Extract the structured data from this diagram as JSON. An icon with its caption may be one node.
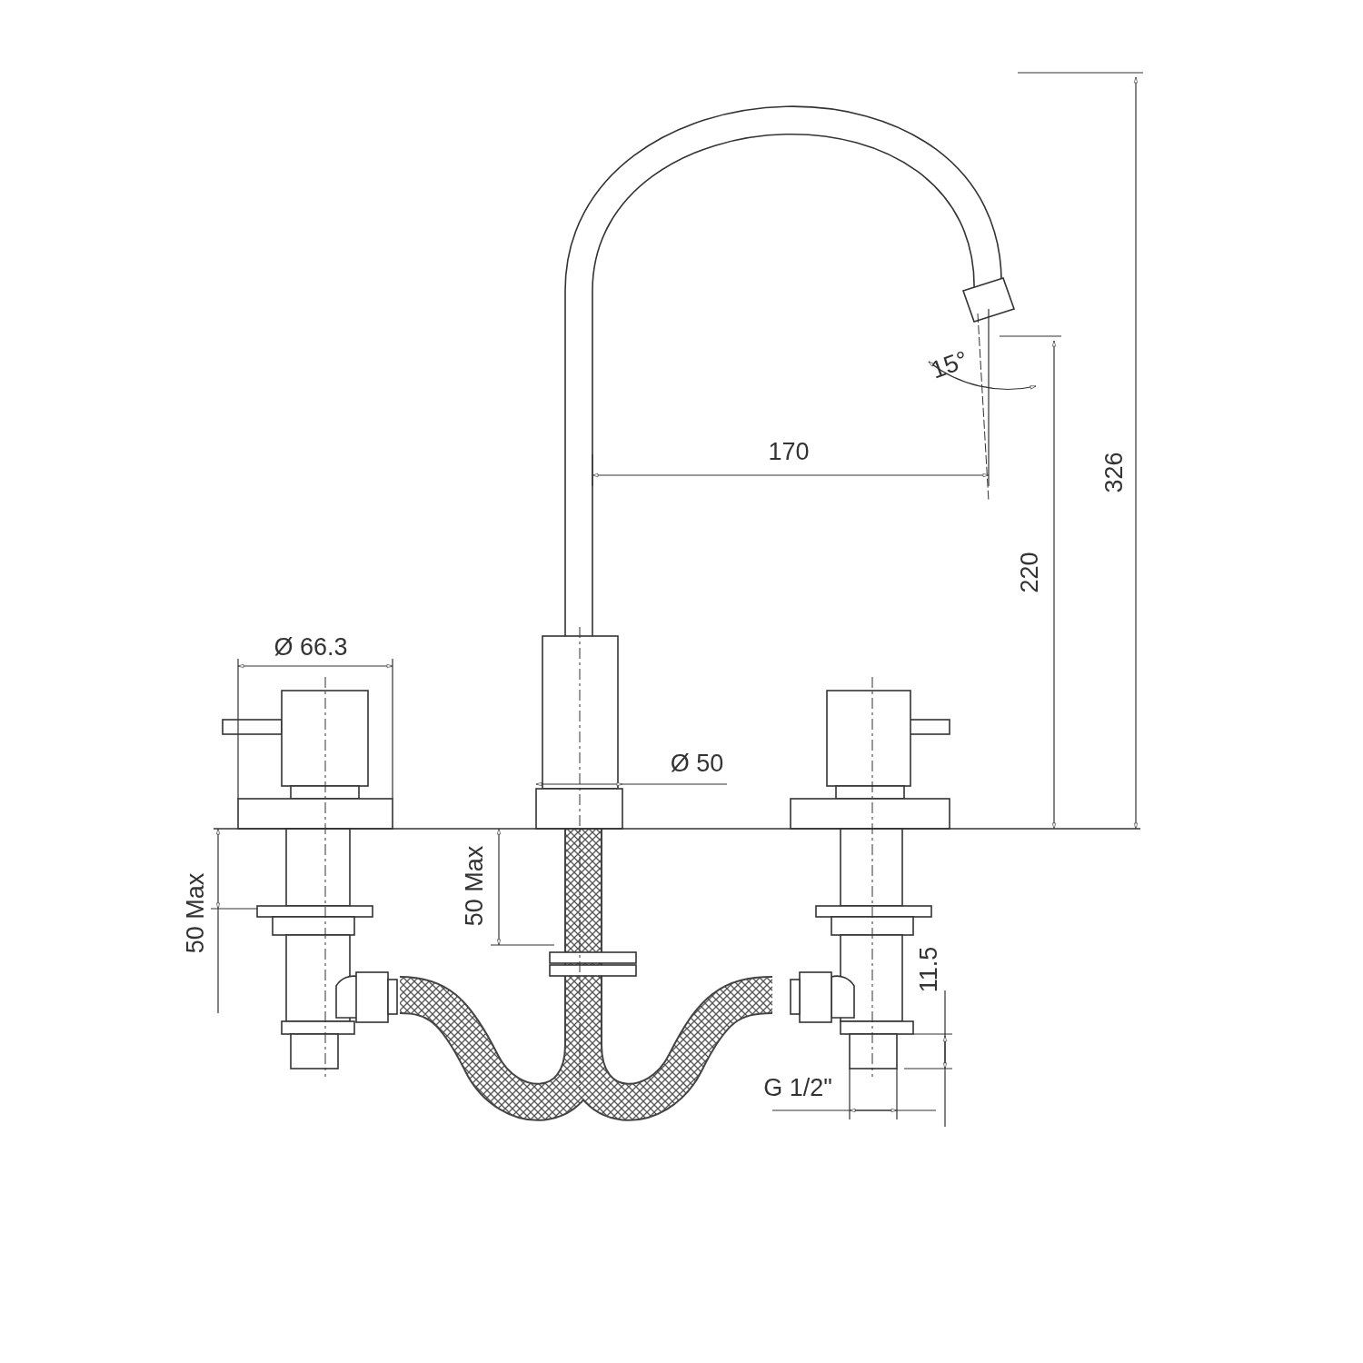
{
  "diagram": {
    "labels": [
      "15°",
      "170",
      "326",
      "220",
      "Ø 66.3",
      "Ø 50",
      "50 Max",
      "50 Max",
      "11.5",
      "G 1/2\""
    ]
  }
}
